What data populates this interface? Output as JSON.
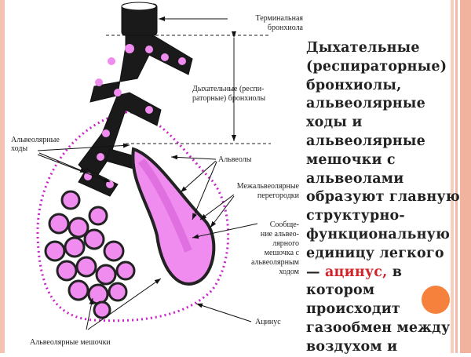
{
  "slide": {
    "text_lines": [
      "Дыхательные",
      "(респираторные)",
      "бронхиолы,",
      "альвеолярные",
      "ходы и",
      "альвеолярные",
      "мешочки с",
      "альвеолами",
      "образуют главную",
      "структурно-",
      "функциональную",
      "единицу легкого"
    ],
    "dash": "— ",
    "accent_word": "ацинус,",
    "after_accent": " в",
    "tail_lines": [
      "котором",
      "происходит",
      "газообмен между",
      "воздухом и"
    ],
    "accent_color": "#d2232a",
    "decor_circle_color": "#f5813d"
  },
  "diagram": {
    "labels": {
      "terminal_1": "Терминальная",
      "terminal_2": "бронхиола",
      "resp_1": "Дыхательные (респи-",
      "resp_2": "раторные) бронхиолы",
      "ducts_1": "Альвеолярные",
      "ducts_2": "ходы",
      "alveoli": "Альвеолы",
      "septa_1": "Межальвеолярные",
      "septa_2": "перегородки",
      "comm_1": "Сообще-",
      "comm_2": "ние альвео-",
      "comm_3": "лярного",
      "comm_4": "мешочка с",
      "comm_5": "альвеолярным",
      "comm_6": "ходом",
      "acinus": "Ацинус",
      "sacs": "Альвеолярные мешочки"
    },
    "alveoli_color": "#f08cf0",
    "acinus_outline_color": "#cc22cc"
  }
}
